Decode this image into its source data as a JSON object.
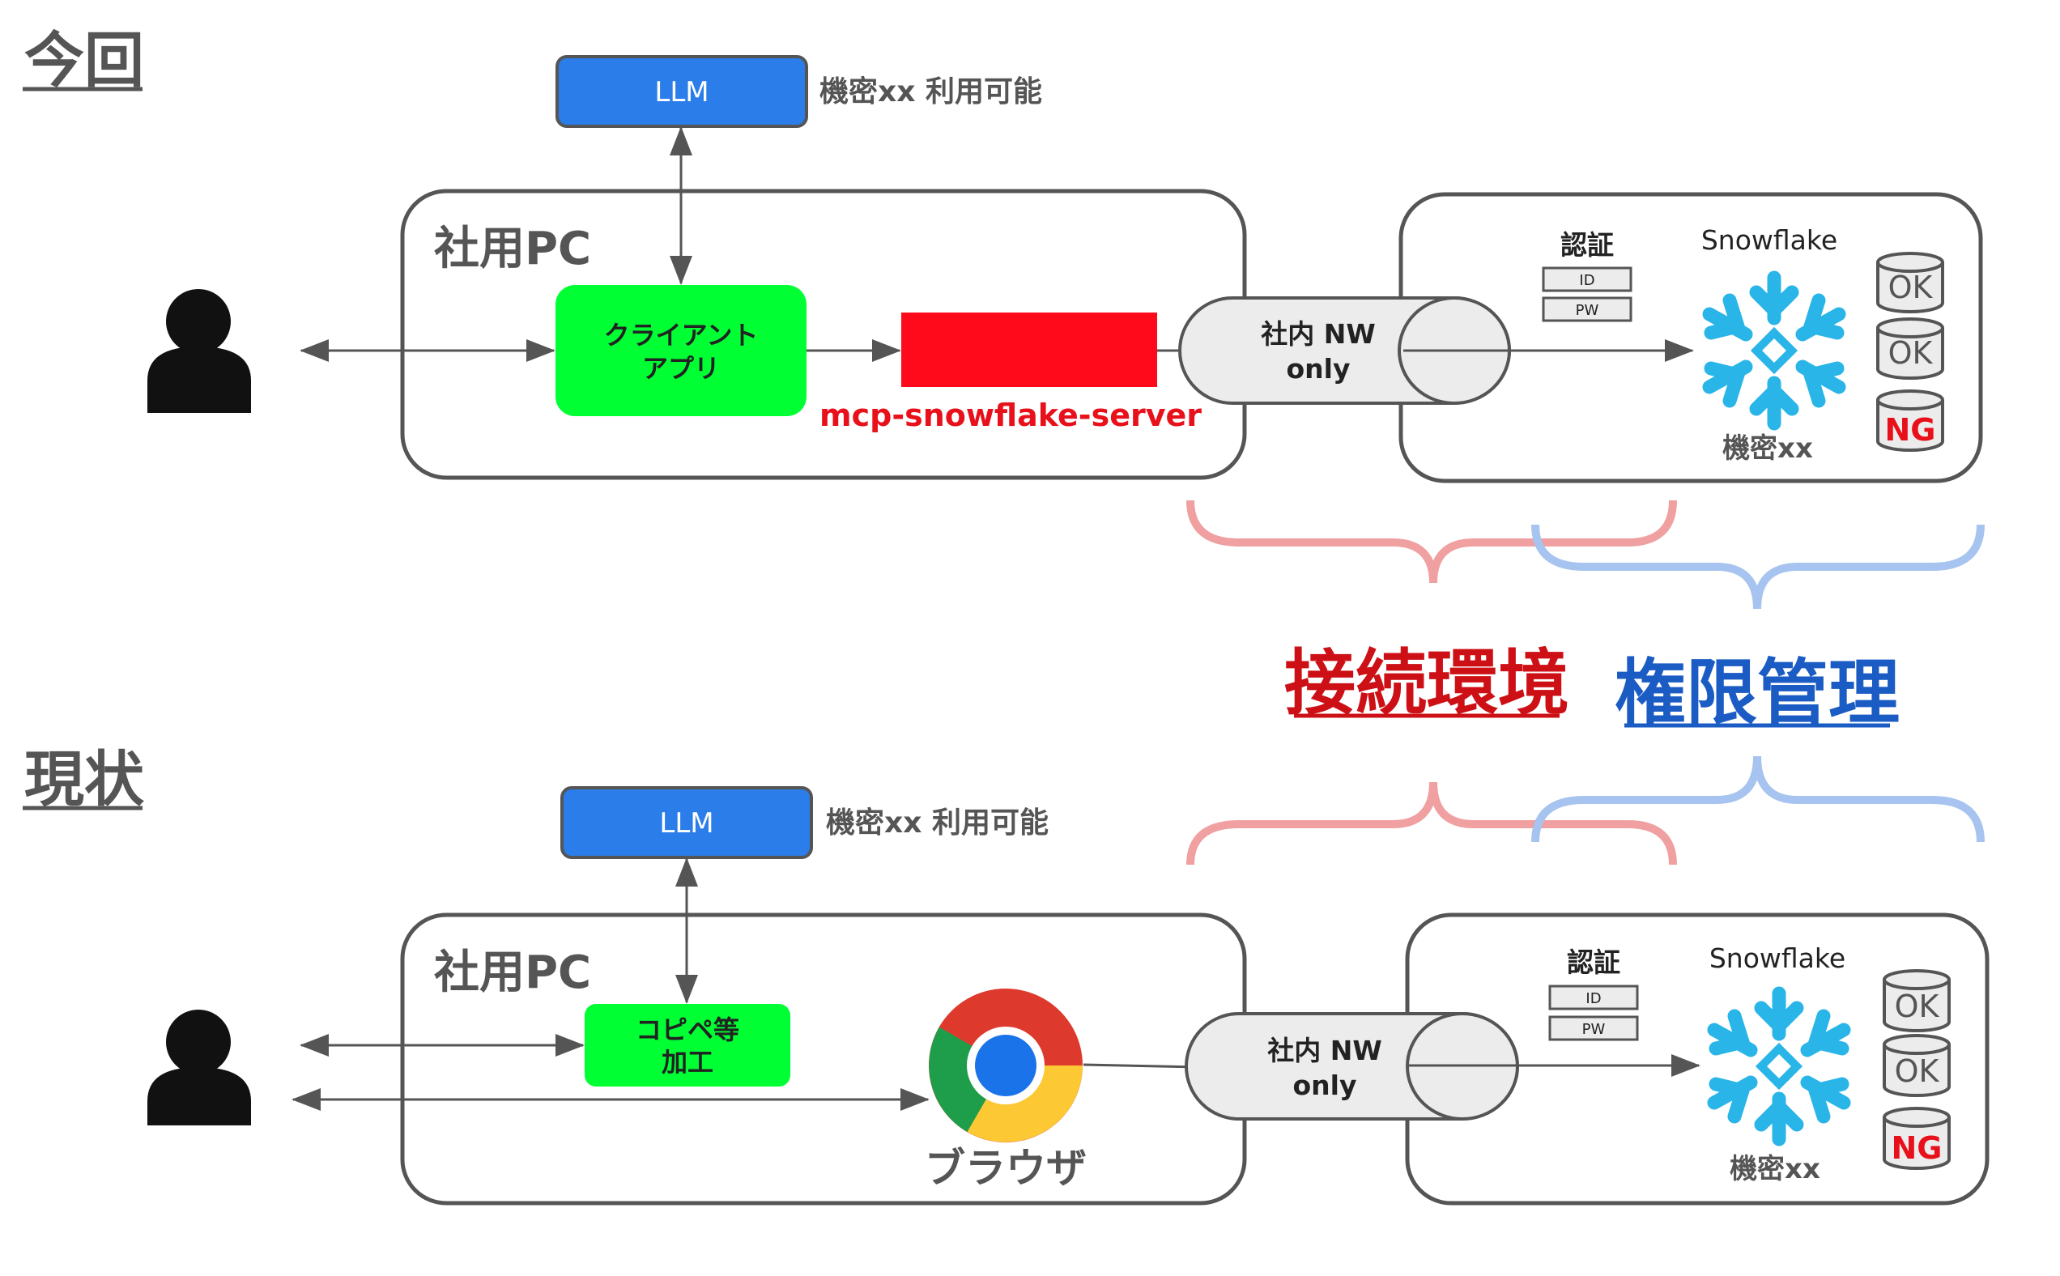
{
  "top": {
    "section_title": "今回",
    "llm": "LLM",
    "llm_note": "機密xx 利用可能",
    "pc_title": "社用PC",
    "client_app_line1": "クライアント",
    "client_app_line2": "アプリ",
    "mcp_server": "mcp-snowflake-server",
    "nw_line1": "社内 NW",
    "nw_line2": "only",
    "auth_title": "認証",
    "auth_id": "ID",
    "auth_pw": "PW",
    "snowflake": "Snowflake",
    "secret": "機密xx",
    "db1": "OK",
    "db2": "OK",
    "db3": "NG"
  },
  "bottom": {
    "section_title": "現状",
    "llm": "LLM",
    "llm_note": "機密xx 利用可能",
    "pc_title": "社用PC",
    "copy_line1": "コピペ等",
    "copy_line2": "加工",
    "browser": "ブラウザ",
    "nw_line1": "社内 NW",
    "nw_line2": "only",
    "auth_title": "認証",
    "auth_id": "ID",
    "auth_pw": "PW",
    "snowflake": "Snowflake",
    "secret": "機密xx",
    "db1": "OK",
    "db2": "OK",
    "db3": "NG"
  },
  "legend": {
    "connection_env": "接続環境",
    "permission_mgmt": "権限管理"
  },
  "colors": {
    "llm_blue": "#2b7de9",
    "app_green": "#00ff33",
    "mcp_red": "#ff0a1a",
    "brace_red": "#f0a0a0",
    "brace_blue": "#a6c4ef",
    "snowflake_cyan": "#29b5e8"
  }
}
